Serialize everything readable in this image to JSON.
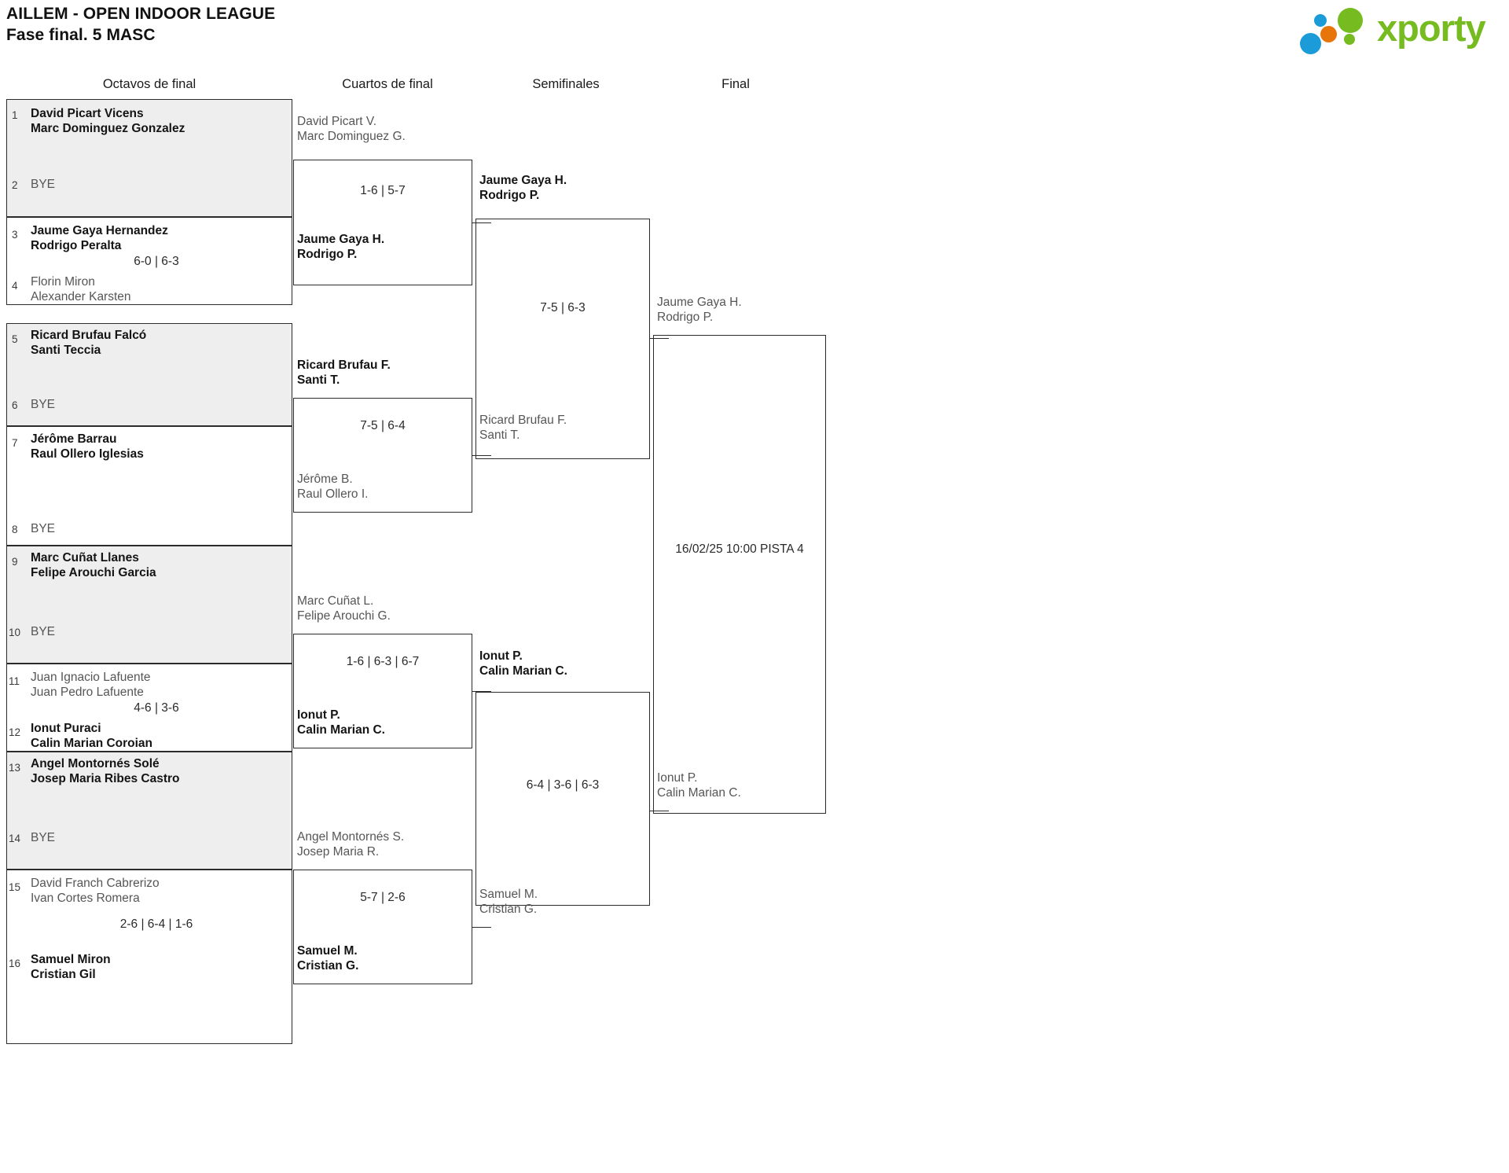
{
  "header": {
    "title": "AILLEM - OPEN INDOOR LEAGUE",
    "subtitle": "Fase final. 5 MASC",
    "brand": "xporty",
    "brand_colors": {
      "green": "#76bc21",
      "orange": "#e8750a",
      "blue": "#1b9bd8"
    }
  },
  "rounds": [
    {
      "key": "r16",
      "label": "Octavos de final"
    },
    {
      "key": "qf",
      "label": "Cuartos de final"
    },
    {
      "key": "sf",
      "label": "Semifinales"
    },
    {
      "key": "f",
      "label": "Final"
    }
  ],
  "bye_label": "BYE",
  "round16": [
    {
      "shaded": true,
      "top": {
        "seed": "1",
        "line1": "David Picart Vicens",
        "line2": "Marc Dominguez Gonzalez",
        "result": "winner"
      },
      "bottom": {
        "seed": "2",
        "bye": true
      },
      "score": ""
    },
    {
      "shaded": false,
      "top": {
        "seed": "3",
        "line1": "Jaume Gaya Hernandez",
        "line2": "Rodrigo Peralta",
        "result": "winner"
      },
      "bottom": {
        "seed": "4",
        "line1": "Florin Miron",
        "line2": "Alexander Karsten",
        "result": "loser"
      },
      "score": "6-0 | 6-3"
    },
    {
      "shaded": true,
      "top": {
        "seed": "5",
        "line1": "Ricard Brufau Falcó",
        "line2": "Santi Teccia",
        "result": "winner"
      },
      "bottom": {
        "seed": "6",
        "bye": true
      },
      "score": ""
    },
    {
      "shaded": false,
      "top": {
        "seed": "7",
        "line1": "Jérôme Barrau",
        "line2": "Raul Ollero Iglesias",
        "result": "winner"
      },
      "bottom": {
        "seed": "8",
        "bye": true
      },
      "score": ""
    },
    {
      "shaded": true,
      "top": {
        "seed": "9",
        "line1": "Marc Cuñat Llanes",
        "line2": "Felipe Arouchi Garcia",
        "result": "winner"
      },
      "bottom": {
        "seed": "10",
        "bye": true
      },
      "score": ""
    },
    {
      "shaded": false,
      "top": {
        "seed": "11",
        "line1": "Juan Ignacio Lafuente",
        "line2": "Juan Pedro Lafuente",
        "result": "loser"
      },
      "bottom": {
        "seed": "12",
        "line1": "Ionut Puraci",
        "line2": "Calin Marian Coroian",
        "result": "winner"
      },
      "score": "4-6 | 3-6"
    },
    {
      "shaded": true,
      "top": {
        "seed": "13",
        "line1": "Angel Montornés Solé",
        "line2": "Josep Maria Ribes Castro",
        "result": "winner"
      },
      "bottom": {
        "seed": "14",
        "bye": true
      },
      "score": ""
    },
    {
      "shaded": false,
      "top": {
        "seed": "15",
        "line1": "David Franch Cabrerizo",
        "line2": "Ivan Cortes Romera",
        "result": "loser"
      },
      "bottom": {
        "seed": "16",
        "line1": "Samuel Miron",
        "line2": "Cristian Gil",
        "result": "winner"
      },
      "score": "2-6 | 6-4 | 1-6"
    }
  ],
  "quarterfinals": [
    {
      "top": {
        "line1": "David Picart V.",
        "line2": "Marc Dominguez G.",
        "result": "loser"
      },
      "bottom": {
        "line1": "Jaume Gaya H.",
        "line2": "Rodrigo P.",
        "result": "winner"
      },
      "score": "1-6 | 5-7"
    },
    {
      "top": {
        "line1": "Ricard Brufau F.",
        "line2": "Santi T.",
        "result": "winner"
      },
      "bottom": {
        "line1": "Jérôme B.",
        "line2": "Raul Ollero I.",
        "result": "loser"
      },
      "score": "7-5 | 6-4"
    },
    {
      "top": {
        "line1": "Marc Cuñat L.",
        "line2": "Felipe Arouchi G.",
        "result": "loser"
      },
      "bottom": {
        "line1": "Ionut P.",
        "line2": "Calin Marian C.",
        "result": "winner"
      },
      "score": "1-6 | 6-3 | 6-7"
    },
    {
      "top": {
        "line1": "Angel Montornés S.",
        "line2": "Josep Maria R.",
        "result": "loser"
      },
      "bottom": {
        "line1": "Samuel M.",
        "line2": "Cristian G.",
        "result": "winner"
      },
      "score": "5-7 | 2-6"
    }
  ],
  "semifinals": [
    {
      "top": {
        "line1": "Jaume Gaya H.",
        "line2": "Rodrigo P.",
        "result": "winner"
      },
      "bottom": {
        "line1": "Ricard Brufau F.",
        "line2": "Santi T.",
        "result": "loser"
      },
      "score": "7-5 | 6-3"
    },
    {
      "top": {
        "line1": "Ionut P.",
        "line2": "Calin Marian C.",
        "result": "winner"
      },
      "bottom": {
        "line1": "Samuel M.",
        "line2": "Cristian G.",
        "result": "loser"
      },
      "score": "6-4 | 3-6 | 6-3"
    }
  ],
  "final": {
    "top": {
      "line1": "Jaume Gaya H.",
      "line2": "Rodrigo P.",
      "result": "loser"
    },
    "bottom": {
      "line1": "Ionut P.",
      "line2": "Calin Marian C.",
      "result": "loser"
    },
    "schedule": "16/02/25 10:00 PISTA 4"
  }
}
